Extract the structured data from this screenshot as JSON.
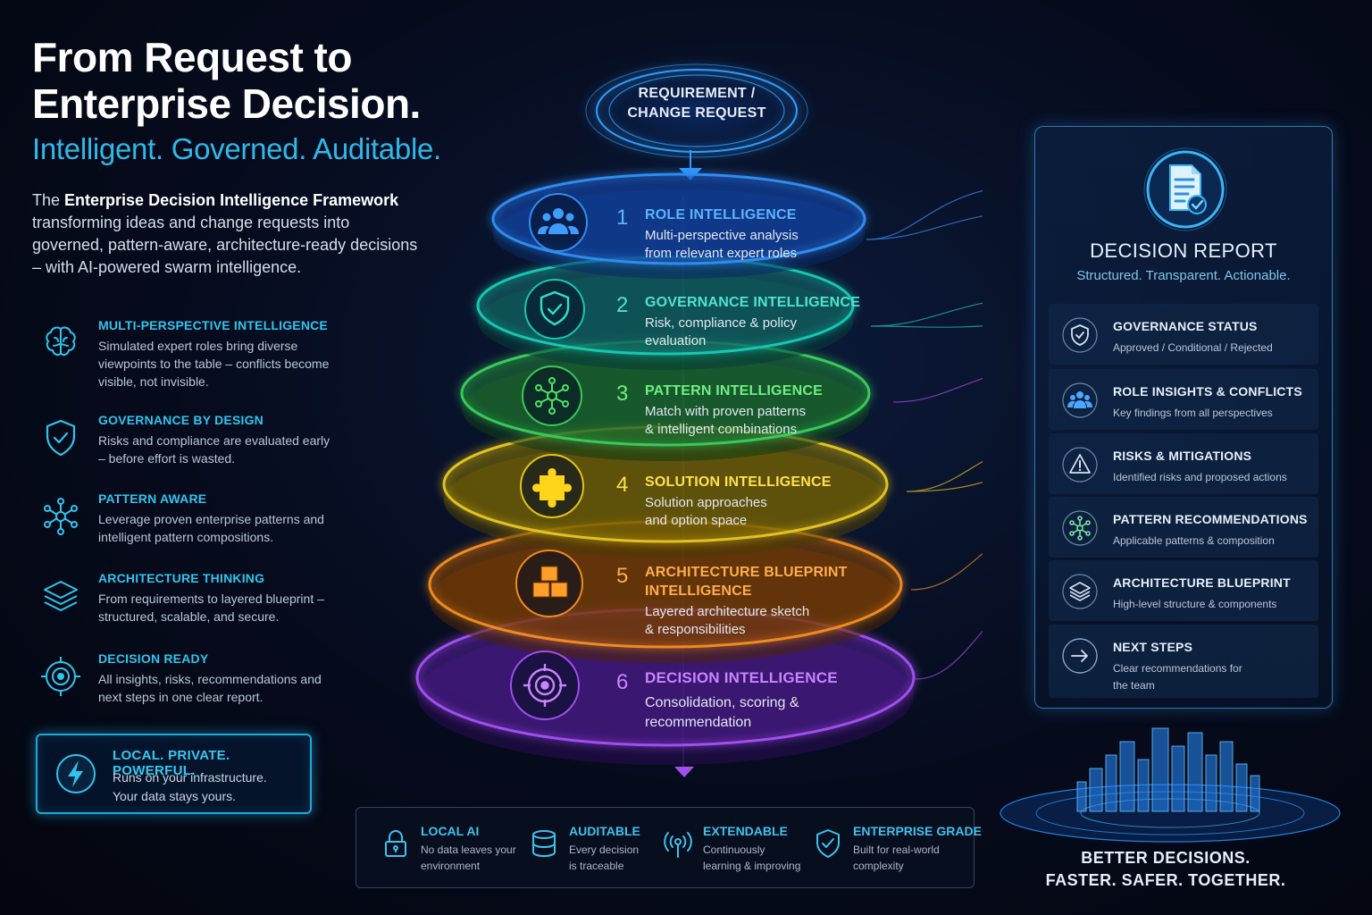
{
  "header": {
    "title_line1": "From Request to",
    "title_line2": "Enterprise Decision.",
    "tagline": "Intelligent. Governed. Auditable.",
    "intro_prefix": "The ",
    "intro_bold": "Enterprise Decision Intelligence Framework",
    "intro_rest": " transforming ideas and change requests into governed, pattern-aware, architecture-ready decisions – with AI-powered swarm intelligence."
  },
  "features": [
    {
      "title": "MULTI-PERSPECTIVE INTELLIGENCE",
      "desc": "Simulated expert roles bring diverse viewpoints to the table – conflicts become visible, not invisible.",
      "icon": "brain-icon"
    },
    {
      "title": "GOVERNANCE BY DESIGN",
      "desc": "Risks and compliance are evaluated early – before effort is wasted.",
      "icon": "shield-check-icon"
    },
    {
      "title": "PATTERN AWARE",
      "desc": "Leverage proven enterprise patterns and intelligent pattern compositions.",
      "icon": "network-icon"
    },
    {
      "title": "ARCHITECTURE THINKING",
      "desc": "From requirements to layered blueprint – structured, scalable, and secure.",
      "icon": "layers-icon"
    },
    {
      "title": "DECISION READY",
      "desc": "All insights, risks, recommendations and next steps in one clear report.",
      "icon": "target-icon"
    }
  ],
  "local_box": {
    "title": "LOCAL. PRIVATE. POWERFUL.",
    "line1": "Runs on your infrastructure.",
    "line2": "Your data stays yours.",
    "icon": "lightning-icon"
  },
  "request": {
    "line1": "REQUIREMENT /",
    "line2": "CHANGE REQUEST"
  },
  "layers": [
    {
      "num": "1",
      "title": "ROLE INTELLIGENCE",
      "desc1": "Multi-perspective analysis",
      "desc2": "from relevant expert roles",
      "color": "#2f8cf0",
      "text_color": "#5cb4ff",
      "icon": "users-icon"
    },
    {
      "num": "2",
      "title": "GOVERNANCE INTELLIGENCE",
      "desc1": "Risk, compliance & policy",
      "desc2": "evaluation",
      "color": "#17c7b0",
      "text_color": "#4fe3cf",
      "icon": "shield-check-icon"
    },
    {
      "num": "3",
      "title": "PATTERN INTELLIGENCE",
      "desc1": "Match with proven patterns",
      "desc2": "& intelligent combinations",
      "color": "#39c95a",
      "text_color": "#6ef07f",
      "icon": "network-icon"
    },
    {
      "num": "4",
      "title": "SOLUTION INTELLIGENCE",
      "desc1": "Solution approaches",
      "desc2": "and option space",
      "color": "#e3c21b",
      "text_color": "#ffe14a",
      "icon": "puzzle-icon"
    },
    {
      "num": "5",
      "title_line1": "ARCHITECTURE BLUEPRINT",
      "title_line2": "INTELLIGENCE",
      "desc1": "Layered architecture sketch",
      "desc2": "& responsibilities",
      "color": "#f08a1e",
      "text_color": "#ffad4a",
      "icon": "cubes-icon"
    },
    {
      "num": "6",
      "title": "DECISION INTELLIGENCE",
      "desc1": "Consolidation, scoring &",
      "desc2": "recommendation",
      "color": "#a24ef0",
      "text_color": "#c884ff",
      "icon": "target-icon"
    }
  ],
  "report": {
    "title": "DECISION REPORT",
    "subtitle": "Structured. Transparent. Actionable.",
    "icon": "document-check-icon",
    "items": [
      {
        "title": "GOVERNANCE STATUS",
        "desc": "Approved / Conditional / Rejected",
        "icon": "shield-check-icon"
      },
      {
        "title": "ROLE INSIGHTS & CONFLICTS",
        "desc": "Key findings from all perspectives",
        "icon": "users-icon"
      },
      {
        "title": "RISKS & MITIGATIONS",
        "desc": "Identified risks and proposed actions",
        "icon": "warning-icon"
      },
      {
        "title": "PATTERN RECOMMENDATIONS",
        "desc": "Applicable patterns & composition",
        "icon": "network-icon"
      },
      {
        "title": "ARCHITECTURE BLUEPRINT",
        "desc": "High-level structure & components",
        "icon": "layers-icon"
      },
      {
        "title": "NEXT STEPS",
        "desc": "Clear recommendations for the team",
        "icon": "arrow-right-icon"
      }
    ]
  },
  "bottom_bar": [
    {
      "title": "LOCAL AI",
      "desc": "No data leaves your environment",
      "icon": "lock-icon"
    },
    {
      "title": "AUDITABLE",
      "desc": "Every decision is traceable",
      "icon": "database-icon"
    },
    {
      "title": "EXTENDABLE",
      "desc": "Continuously learning & improving",
      "icon": "antenna-icon"
    },
    {
      "title": "ENTERPRISE GRADE",
      "desc": "Built for real-world complexity",
      "icon": "shield-check-icon"
    }
  ],
  "slogan": {
    "line1": "BETTER DECISIONS.",
    "line2": "FASTER. SAFER. TOGETHER."
  },
  "colors": {
    "accent": "#2ec5ee",
    "background": "#060b1c",
    "panel_border": "#50aae6"
  }
}
